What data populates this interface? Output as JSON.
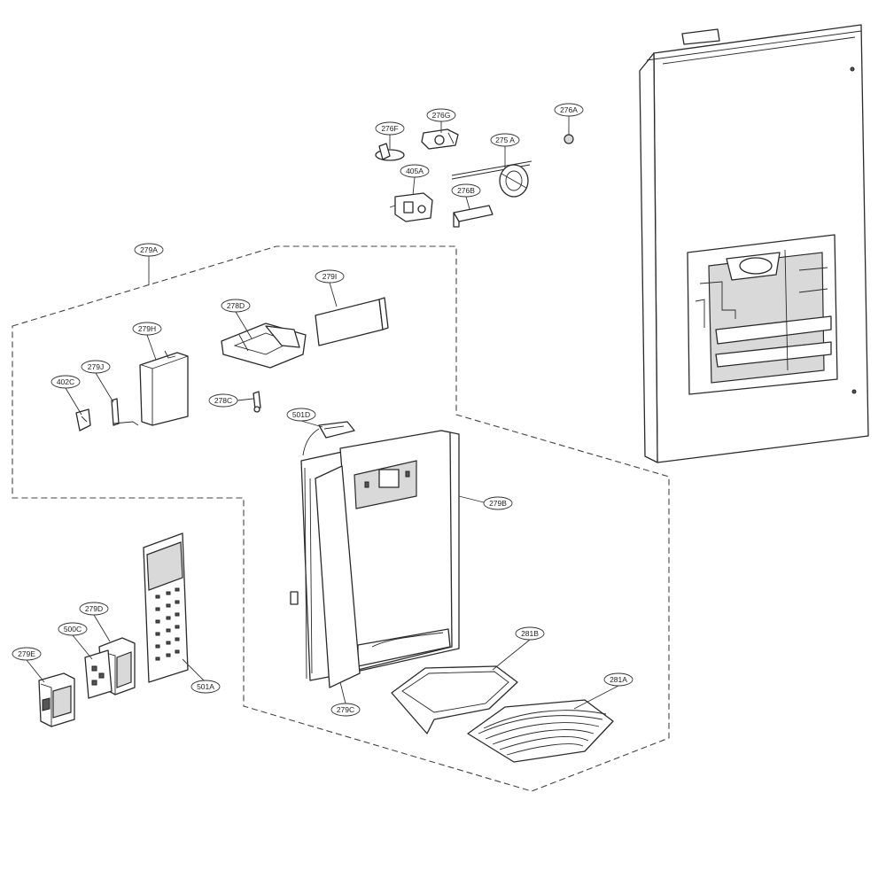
{
  "diagram": {
    "parts": {
      "p276A": "276A",
      "p276F": "276F",
      "p276G": "276G",
      "p275A": "275 A",
      "p405A": "405A",
      "p276B": "276B",
      "p279A": "279A",
      "p279I": "279I",
      "p278D": "278D",
      "p279H": "279H",
      "p279J": "279J",
      "p402C": "402C",
      "p278C": "278C",
      "p501D": "501D",
      "p279B": "279B",
      "p279D": "279D",
      "p500C": "500C",
      "p279E": "279E",
      "p501A": "501A",
      "p281B": "281B",
      "p281A": "281A",
      "p279C": "279C"
    }
  }
}
